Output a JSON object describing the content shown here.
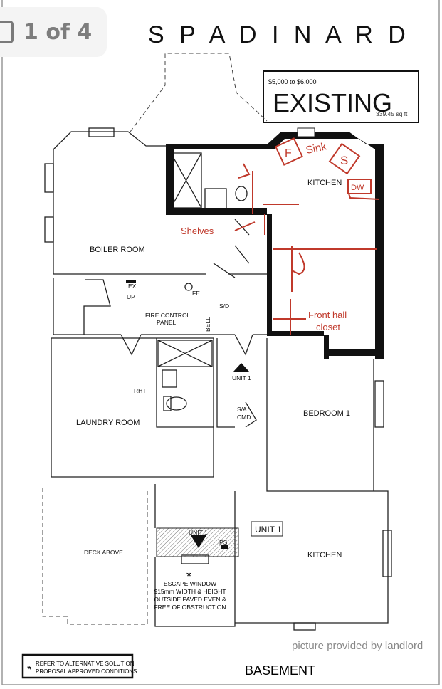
{
  "viewer": {
    "page_indicator": "1 of 4"
  },
  "plan": {
    "street": "S P A D I N A   R D",
    "status_box": {
      "price_range": "$5,000 to $6,000",
      "title": "EXISTING",
      "area": "339.45 sq ft"
    },
    "rooms": {
      "kitchen_upper": "KITCHEN",
      "boiler_room": "BOILER ROOM",
      "laundry_room": "LAUNDRY ROOM",
      "bedroom": "BEDROOM 1",
      "kitchen_lower": "KITCHEN",
      "deck": "DECK ABOVE"
    },
    "symbols": {
      "ex": "EX",
      "up": "UP",
      "fe": "FE",
      "sd": "S/D",
      "fire_control_1": "FIRE CONTROL",
      "fire_control_2": "PANEL",
      "bell": "BELL",
      "unit1_marker": "UNIT 1",
      "rht": "RHT",
      "sa": "S/A",
      "cmd": "CMD",
      "unit1_box": "UNIT 1",
      "unit1_window": "UNIT 1",
      "ps": "PS"
    },
    "escape_window": [
      "ESCAPE WINDOW",
      "915mm WIDTH & HEIGHT",
      "OUTSIDE PAVED EVEN &",
      "FREE OF OBSTRUCTION"
    ],
    "note": [
      "REFER TO ALTERNATIVE SOLUTION",
      "PROPOSAL APPROVED CONDITIONS"
    ],
    "level": "BASEMENT"
  },
  "annotations": {
    "fridge": "F",
    "sink": "Sink",
    "stove": "S",
    "dishwasher": "DW",
    "shelves": "Shelves",
    "closet_1": "Front hall",
    "closet_2": "closet"
  },
  "watermark": "picture provided by landlord"
}
